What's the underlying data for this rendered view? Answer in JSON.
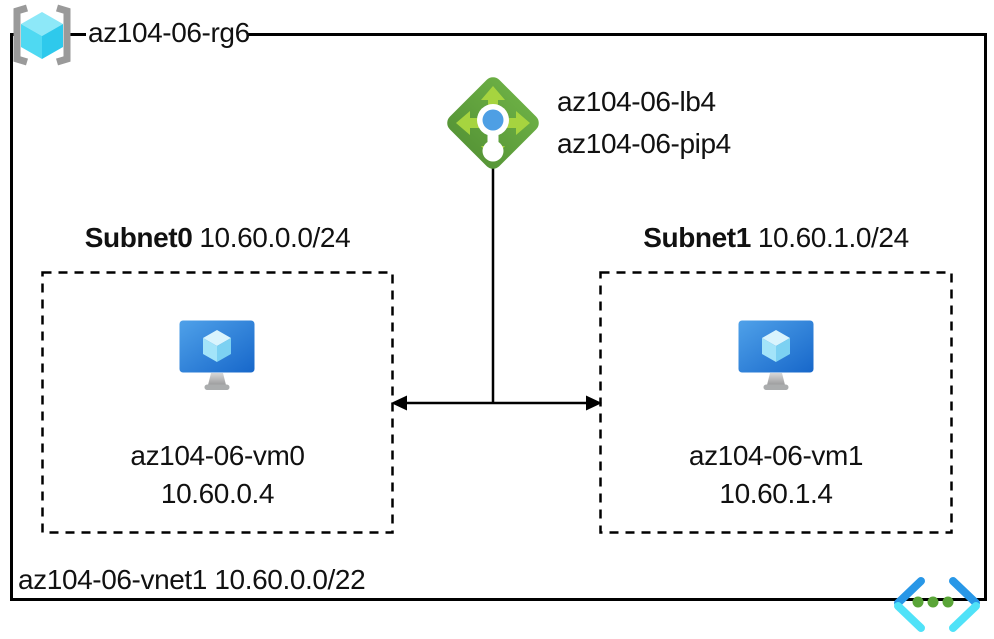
{
  "diagram": {
    "resource_group": {
      "name": "az104-06-rg6"
    },
    "load_balancer": {
      "name": "az104-06-lb4",
      "public_ip": "az104-06-pip4"
    },
    "vnet": {
      "name": "az104-06-vnet1",
      "cidr": "10.60.0.0/22"
    },
    "subnets": [
      {
        "name": "Subnet0",
        "cidr": "10.60.0.0/24",
        "vm": {
          "name": "az104-06-vm0",
          "ip": "10.60.0.4"
        }
      },
      {
        "name": "Subnet1",
        "cidr": "10.60.1.0/24",
        "vm": {
          "name": "az104-06-vm1",
          "ip": "10.60.1.4"
        }
      }
    ],
    "icons": {
      "resource_group": "resource-group-icon",
      "load_balancer": "load-balancer-icon",
      "virtual_machine": "virtual-machine-icon",
      "virtual_network": "virtual-network-icon"
    },
    "colors": {
      "border": "#000000",
      "text": "#111111",
      "rg_bracket": "#9A9A9A",
      "rg_cube_top": "#8DE8F8",
      "rg_cube_left": "#4FD9F2",
      "rg_cube_right": "#2EC9EC",
      "lb_diamond": "#60A43C",
      "lb_arrows": "#A6D43F",
      "lb_center_dot": "#4E9FE4",
      "vm_monitor_top": "#4FA1E9",
      "vm_monitor_bottom": "#1767CA",
      "vm_cube_top": "#D9F4FD",
      "vm_cube_left": "#A3E4F9",
      "vm_cube_right": "#7CD1F2",
      "vnet_chevron_upper": "#2897E7",
      "vnet_chevron_lower": "#50E2F8",
      "vnet_dots": "#5AA538"
    }
  }
}
